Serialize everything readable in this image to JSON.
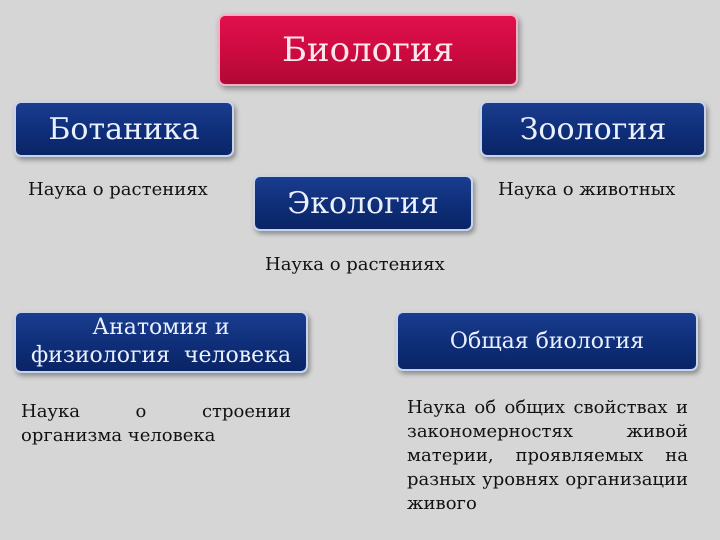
{
  "root": {
    "title": "Биология"
  },
  "branches": {
    "botany": {
      "title": "Ботаника",
      "desc": "Наука о растениях"
    },
    "zoology": {
      "title": "Зоология",
      "desc": "Наука о животных"
    },
    "ecology": {
      "title": "Экология",
      "desc": "Наука о растениях"
    },
    "anatomy": {
      "title": "Анатомия и физиология  человека",
      "desc": "Наука о строении организма человека"
    },
    "general": {
      "title": "Общая биология",
      "desc": "Наука об общих свойствах и закономерностях живой материи, проявляемых на разных уровнях организации живого"
    }
  },
  "colors": {
    "root": "#cc0a40",
    "branch": "#0f2f7a",
    "background": "#d6d6d6"
  }
}
